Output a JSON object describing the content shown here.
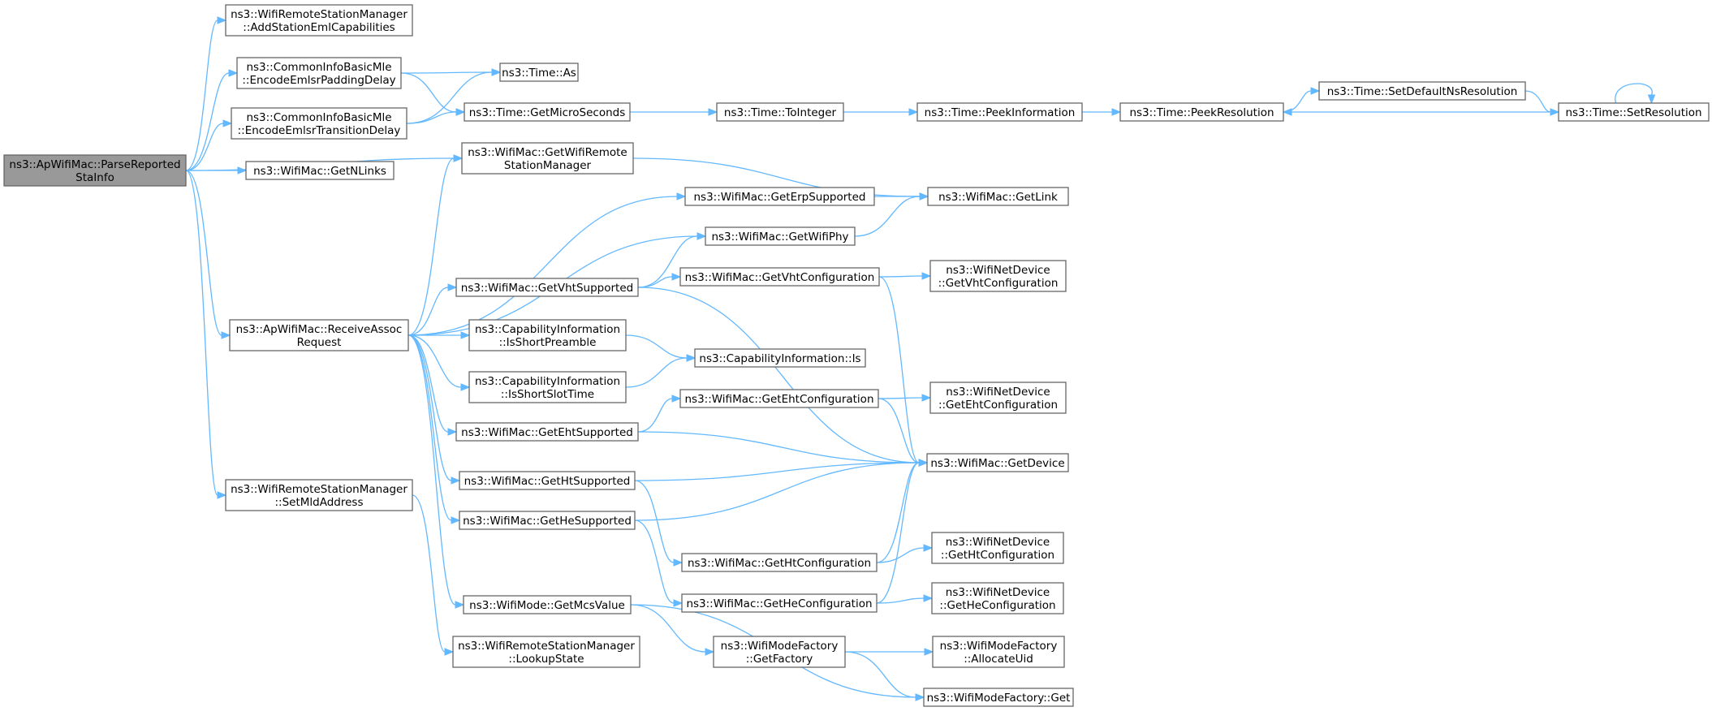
{
  "graph": {
    "nodes": [
      {
        "id": "root",
        "lines": [
          "ns3::ApWifiMac::ParseReported",
          "StaInfo"
        ]
      },
      {
        "id": "addEml",
        "lines": [
          "ns3::WifiRemoteStationManager",
          "::AddStationEmlCapabilities"
        ]
      },
      {
        "id": "encPad",
        "lines": [
          "ns3::CommonInfoBasicMle",
          "::EncodeEmlsrPaddingDelay"
        ]
      },
      {
        "id": "encTrans",
        "lines": [
          "ns3::CommonInfoBasicMle",
          "::EncodeEmlsrTransitionDelay"
        ]
      },
      {
        "id": "getNLinks",
        "lines": [
          "ns3::WifiMac::GetNLinks"
        ]
      },
      {
        "id": "getWrsm",
        "lines": [
          "ns3::WifiMac::GetWifiRemote",
          "StationManager"
        ]
      },
      {
        "id": "recvAssoc",
        "lines": [
          "ns3::ApWifiMac::ReceiveAssoc",
          "Request"
        ]
      },
      {
        "id": "setMld",
        "lines": [
          "ns3::WifiRemoteStationManager",
          "::SetMldAddress"
        ]
      },
      {
        "id": "timeAs",
        "lines": [
          "ns3::Time::As"
        ]
      },
      {
        "id": "timeMicro",
        "lines": [
          "ns3::Time::GetMicroSeconds"
        ]
      },
      {
        "id": "timeToInt",
        "lines": [
          "ns3::Time::ToInteger"
        ]
      },
      {
        "id": "timePeekInfo",
        "lines": [
          "ns3::Time::PeekInformation"
        ]
      },
      {
        "id": "timePeekRes",
        "lines": [
          "ns3::Time::PeekResolution"
        ]
      },
      {
        "id": "timeSetDef",
        "lines": [
          "ns3::Time::SetDefaultNsResolution"
        ]
      },
      {
        "id": "timeSetRes",
        "lines": [
          "ns3::Time::SetResolution"
        ]
      },
      {
        "id": "getErp",
        "lines": [
          "ns3::WifiMac::GetErpSupported"
        ]
      },
      {
        "id": "getLink",
        "lines": [
          "ns3::WifiMac::GetLink"
        ]
      },
      {
        "id": "getPhy",
        "lines": [
          "ns3::WifiMac::GetWifiPhy"
        ]
      },
      {
        "id": "getVhtSup",
        "lines": [
          "ns3::WifiMac::GetVhtSupported"
        ]
      },
      {
        "id": "getVhtConf",
        "lines": [
          "ns3::WifiMac::GetVhtConfiguration"
        ]
      },
      {
        "id": "ndVhtConf",
        "lines": [
          "ns3::WifiNetDevice",
          "::GetVhtConfiguration"
        ]
      },
      {
        "id": "capShortPre",
        "lines": [
          "ns3::CapabilityInformation",
          "::IsShortPreamble"
        ]
      },
      {
        "id": "capIs",
        "lines": [
          "ns3::CapabilityInformation::Is"
        ]
      },
      {
        "id": "capShortSlot",
        "lines": [
          "ns3::CapabilityInformation",
          "::IsShortSlotTime"
        ]
      },
      {
        "id": "getEhtConf",
        "lines": [
          "ns3::WifiMac::GetEhtConfiguration"
        ]
      },
      {
        "id": "ndEhtConf",
        "lines": [
          "ns3::WifiNetDevice",
          "::GetEhtConfiguration"
        ]
      },
      {
        "id": "getEhtSup",
        "lines": [
          "ns3::WifiMac::GetEhtSupported"
        ]
      },
      {
        "id": "getDevice",
        "lines": [
          "ns3::WifiMac::GetDevice"
        ]
      },
      {
        "id": "getHtSup",
        "lines": [
          "ns3::WifiMac::GetHtSupported"
        ]
      },
      {
        "id": "getHeSup",
        "lines": [
          "ns3::WifiMac::GetHeSupported"
        ]
      },
      {
        "id": "getHtConf",
        "lines": [
          "ns3::WifiMac::GetHtConfiguration"
        ]
      },
      {
        "id": "ndHtConf",
        "lines": [
          "ns3::WifiNetDevice",
          "::GetHtConfiguration"
        ]
      },
      {
        "id": "getHeConf",
        "lines": [
          "ns3::WifiMac::GetHeConfiguration"
        ]
      },
      {
        "id": "ndHeConf",
        "lines": [
          "ns3::WifiNetDevice",
          "::GetHeConfiguration"
        ]
      },
      {
        "id": "getMcs",
        "lines": [
          "ns3::WifiMode::GetMcsValue"
        ]
      },
      {
        "id": "lookup",
        "lines": [
          "ns3::WifiRemoteStationManager",
          "::LookupState"
        ]
      },
      {
        "id": "getFactory",
        "lines": [
          "ns3::WifiModeFactory",
          "::GetFactory"
        ]
      },
      {
        "id": "allocUid",
        "lines": [
          "ns3::WifiModeFactory",
          "::AllocateUid"
        ]
      },
      {
        "id": "mfGet",
        "lines": [
          "ns3::WifiModeFactory::Get"
        ]
      }
    ],
    "edges": [
      [
        "root",
        "addEml"
      ],
      [
        "root",
        "encPad"
      ],
      [
        "root",
        "encTrans"
      ],
      [
        "root",
        "getNLinks"
      ],
      [
        "root",
        "getWrsm"
      ],
      [
        "root",
        "recvAssoc"
      ],
      [
        "root",
        "setMld"
      ],
      [
        "encPad",
        "timeAs"
      ],
      [
        "encPad",
        "timeMicro"
      ],
      [
        "encTrans",
        "timeAs"
      ],
      [
        "encTrans",
        "timeMicro"
      ],
      [
        "timeMicro",
        "timeToInt"
      ],
      [
        "timeToInt",
        "timePeekInfo"
      ],
      [
        "timePeekInfo",
        "timePeekRes"
      ],
      [
        "timePeekRes",
        "timeSetDef"
      ],
      [
        "timeSetDef",
        "timeSetRes"
      ],
      [
        "timeSetRes",
        "timePeekRes"
      ],
      [
        "timeSetRes",
        "timeSetRes"
      ],
      [
        "getWrsm",
        "getLink"
      ],
      [
        "recvAssoc",
        "getWrsm"
      ],
      [
        "recvAssoc",
        "getErp"
      ],
      [
        "recvAssoc",
        "getPhy"
      ],
      [
        "recvAssoc",
        "getVhtSup"
      ],
      [
        "recvAssoc",
        "capShortPre"
      ],
      [
        "recvAssoc",
        "capShortSlot"
      ],
      [
        "recvAssoc",
        "getEhtSup"
      ],
      [
        "recvAssoc",
        "getHtSup"
      ],
      [
        "recvAssoc",
        "getHeSup"
      ],
      [
        "recvAssoc",
        "getMcs"
      ],
      [
        "getErp",
        "getLink"
      ],
      [
        "getPhy",
        "getLink"
      ],
      [
        "getVhtSup",
        "getPhy"
      ],
      [
        "getVhtSup",
        "getVhtConf"
      ],
      [
        "getVhtSup",
        "getDevice"
      ],
      [
        "getVhtConf",
        "ndVhtConf"
      ],
      [
        "getVhtConf",
        "getDevice"
      ],
      [
        "capShortPre",
        "capIs"
      ],
      [
        "capShortSlot",
        "capIs"
      ],
      [
        "getEhtSup",
        "getEhtConf"
      ],
      [
        "getEhtSup",
        "getDevice"
      ],
      [
        "getEhtConf",
        "ndEhtConf"
      ],
      [
        "getEhtConf",
        "getDevice"
      ],
      [
        "getHtSup",
        "getDevice"
      ],
      [
        "getHtSup",
        "getHtConf"
      ],
      [
        "getHeSup",
        "getDevice"
      ],
      [
        "getHeSup",
        "getHeConf"
      ],
      [
        "getHtConf",
        "ndHtConf"
      ],
      [
        "getHtConf",
        "getDevice"
      ],
      [
        "getHeConf",
        "ndHeConf"
      ],
      [
        "getHeConf",
        "getDevice"
      ],
      [
        "setMld",
        "lookup"
      ],
      [
        "getMcs",
        "getFactory"
      ],
      [
        "getMcs",
        "mfGet"
      ],
      [
        "getFactory",
        "allocUid"
      ],
      [
        "getFactory",
        "mfGet"
      ]
    ]
  }
}
